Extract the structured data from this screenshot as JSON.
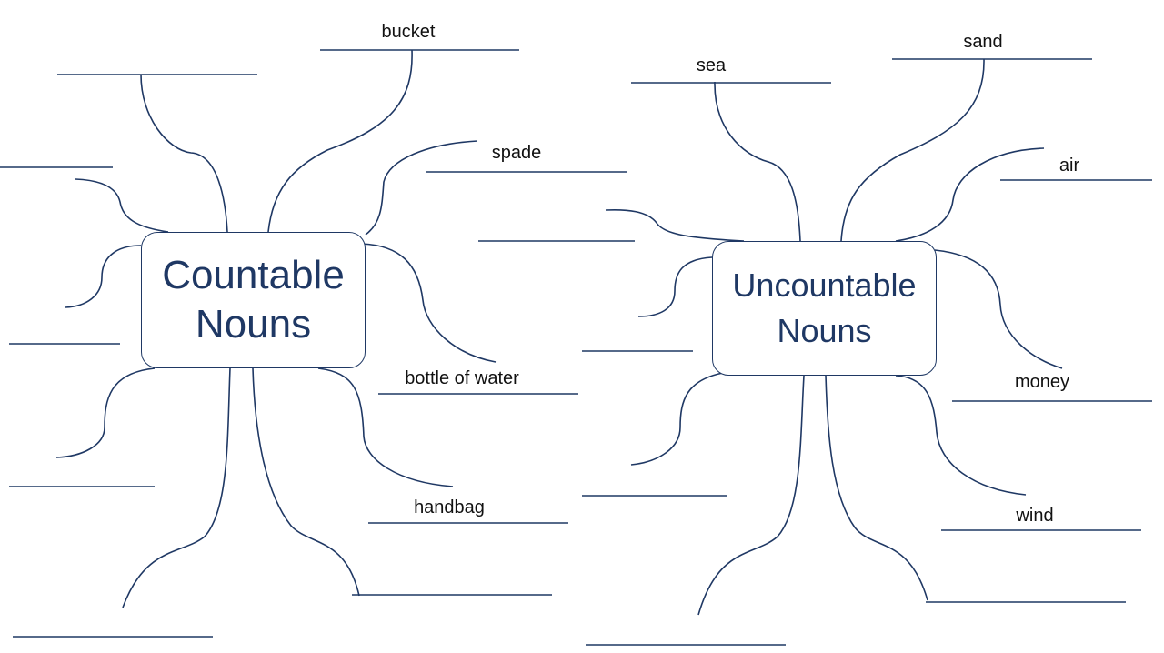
{
  "countable": {
    "title_line1": "Countable",
    "title_line2": "Nouns",
    "examples": [
      "bucket",
      "spade",
      "bottle of water",
      "handbag"
    ]
  },
  "uncountable": {
    "title_line1": "Uncountable",
    "title_line2": "Nouns",
    "examples": [
      "sea",
      "sand",
      "air",
      "money",
      "wind"
    ]
  },
  "colors": {
    "line": "#1f3864",
    "node_text": "#1f3864",
    "label_text": "#111111"
  }
}
